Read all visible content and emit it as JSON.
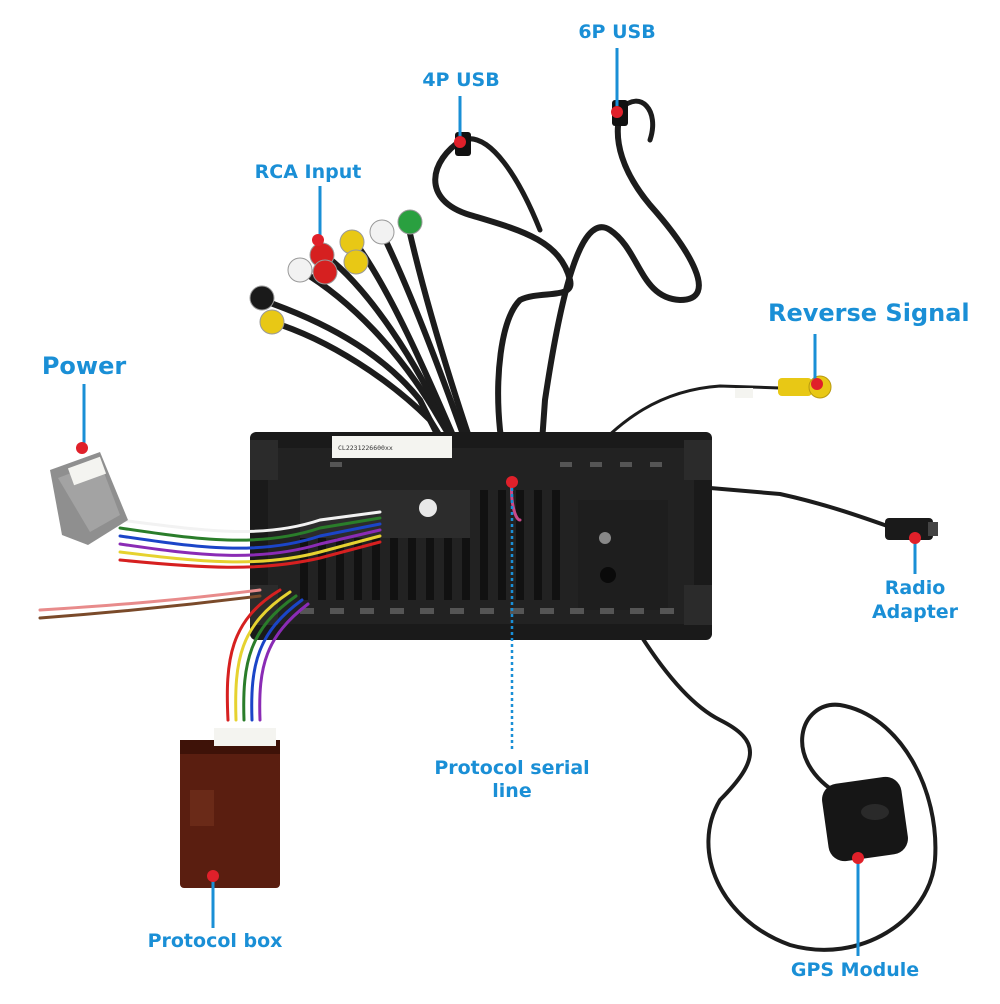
{
  "labels": {
    "six_p_usb": "6P USB",
    "four_p_usb": "4P USB",
    "rca_input": "RCA Input",
    "reverse_signal": "Reverse Signal",
    "power": "Power",
    "radio_adapter_line1": "Radio",
    "radio_adapter_line2": "Adapter",
    "protocol_serial_line1": "Protocol serial",
    "protocol_serial_line2": "line",
    "protocol_box": "Protocol box",
    "gps_module": "GPS Module"
  },
  "colors": {
    "callout": "#1a8fd6",
    "marker": "#e0202a",
    "cable": "#1c1c1c",
    "housing": "#141414"
  }
}
